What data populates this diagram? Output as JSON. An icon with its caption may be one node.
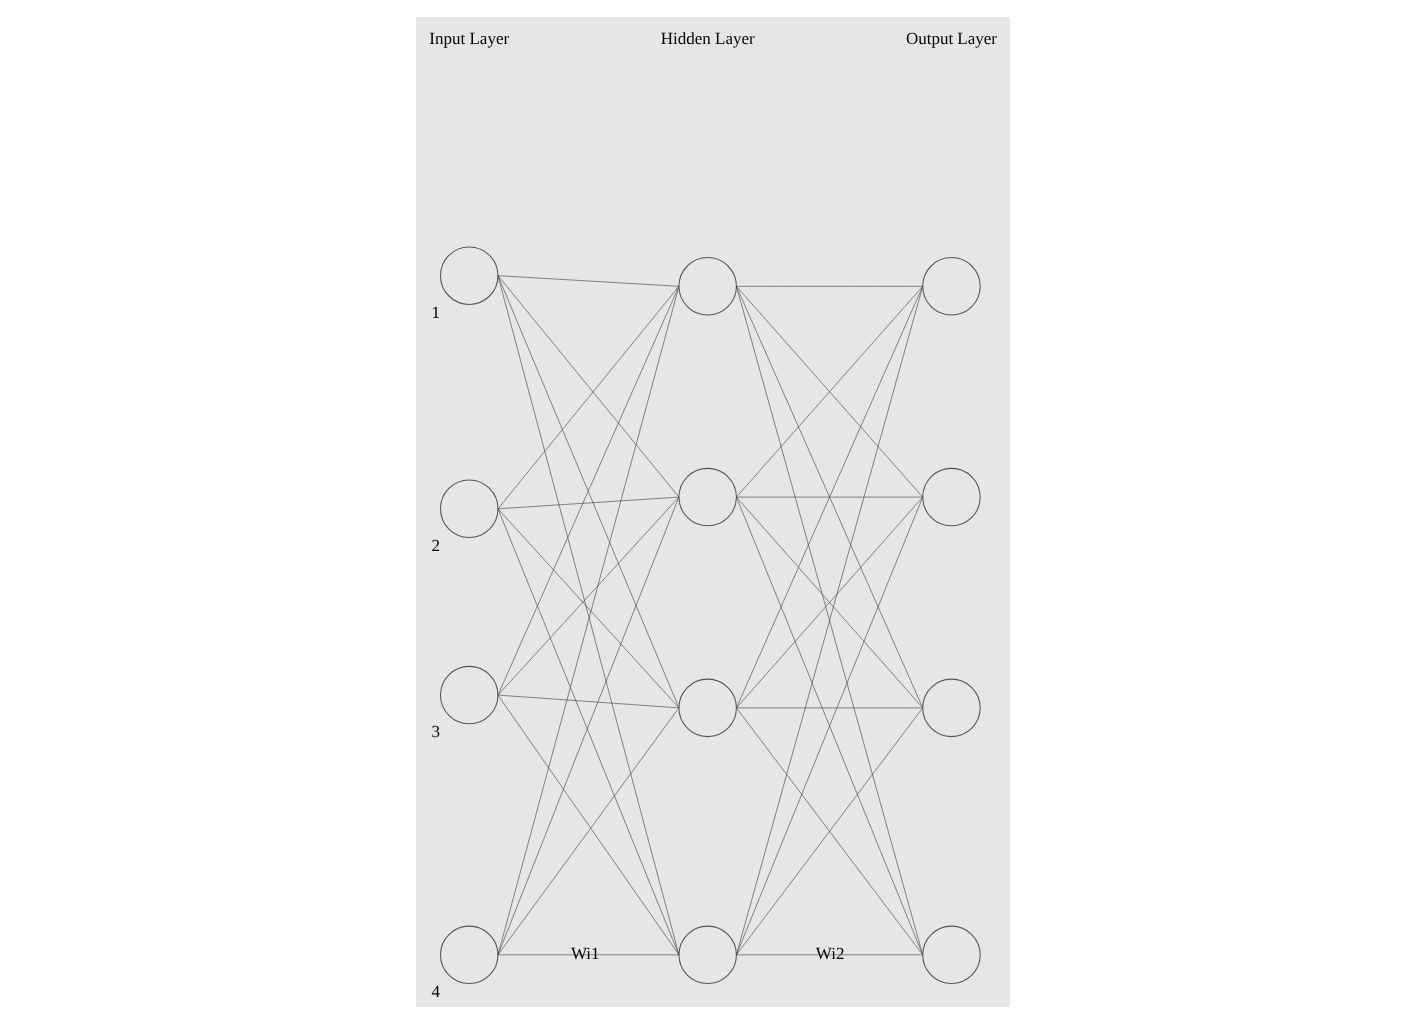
{
  "diagram": {
    "nodes": [
      {
        "text": [],
        "shape": "circle",
        "beside": [
          "1"
        ]
      },
      {
        "text": [],
        "shape": "circle",
        "beside": [
          "2"
        ]
      },
      {
        "text": [],
        "shape": "circle",
        "beside": [
          "3"
        ]
      },
      {
        "text": [],
        "shape": "circle",
        "beside": [
          "4"
        ]
      },
      {
        "text": [],
        "shape": "circle"
      },
      {
        "text": [],
        "shape": "circle"
      },
      {
        "text": [],
        "shape": "circle"
      },
      {
        "text": [],
        "shape": "circle"
      },
      {
        "text": [],
        "shape": "circle"
      },
      {
        "text": [],
        "shape": "circle"
      },
      {
        "text": [],
        "shape": "circle"
      },
      {
        "text": [],
        "shape": "circle"
      }
    ],
    "edges": [
      {
        "from": 0,
        "to": 4,
        "arrow": "none"
      },
      {
        "from": 0,
        "to": 5,
        "arrow": "none"
      },
      {
        "from": 0,
        "to": 6,
        "arrow": "none"
      },
      {
        "from": 0,
        "to": 7,
        "arrow": "none"
      },
      {
        "from": 1,
        "to": 4,
        "arrow": "none"
      },
      {
        "from": 1,
        "to": 5,
        "arrow": "none"
      },
      {
        "from": 1,
        "to": 6,
        "arrow": "none"
      },
      {
        "from": 1,
        "to": 7,
        "arrow": "none"
      },
      {
        "from": 2,
        "to": 4,
        "arrow": "none"
      },
      {
        "from": 2,
        "to": 5,
        "arrow": "none"
      },
      {
        "from": 2,
        "to": 6,
        "arrow": "none"
      },
      {
        "from": 2,
        "to": 7,
        "arrow": "none"
      },
      {
        "from": 3,
        "to": 4,
        "arrow": "none"
      },
      {
        "from": 3,
        "to": 5,
        "arrow": "none"
      },
      {
        "from": 3,
        "to": 6,
        "arrow": "none"
      },
      {
        "from": 3,
        "to": 7,
        "arrow": "none"
      },
      {
        "from": 4,
        "to": 8,
        "arrow": "none"
      },
      {
        "from": 4,
        "to": 9,
        "arrow": "none"
      },
      {
        "from": 4,
        "to": 10,
        "arrow": "none"
      },
      {
        "from": 4,
        "to": 11,
        "arrow": "none"
      },
      {
        "from": 5,
        "to": 8,
        "arrow": "none"
      },
      {
        "from": 5,
        "to": 9,
        "arrow": "none"
      },
      {
        "from": 5,
        "to": 10,
        "arrow": "none"
      },
      {
        "from": 5,
        "to": 11,
        "arrow": "none"
      },
      {
        "from": 6,
        "to": 8,
        "arrow": "none"
      },
      {
        "from": 6,
        "to": 9,
        "arrow": "none"
      },
      {
        "from": 6,
        "to": 10,
        "arrow": "none"
      },
      {
        "from": 6,
        "to": 11,
        "arrow": "none"
      },
      {
        "from": 7,
        "to": 8,
        "arrow": "none"
      },
      {
        "from": 7,
        "to": 9,
        "arrow": "none"
      },
      {
        "from": 7,
        "to": 10,
        "arrow": "none"
      },
      {
        "from": 7,
        "to": 11,
        "arrow": "none"
      }
    ],
    "labels": [
      "Input Layer",
      "Hidden Layer",
      "Output Layer",
      "Wi1",
      "Wi2"
    ]
  }
}
